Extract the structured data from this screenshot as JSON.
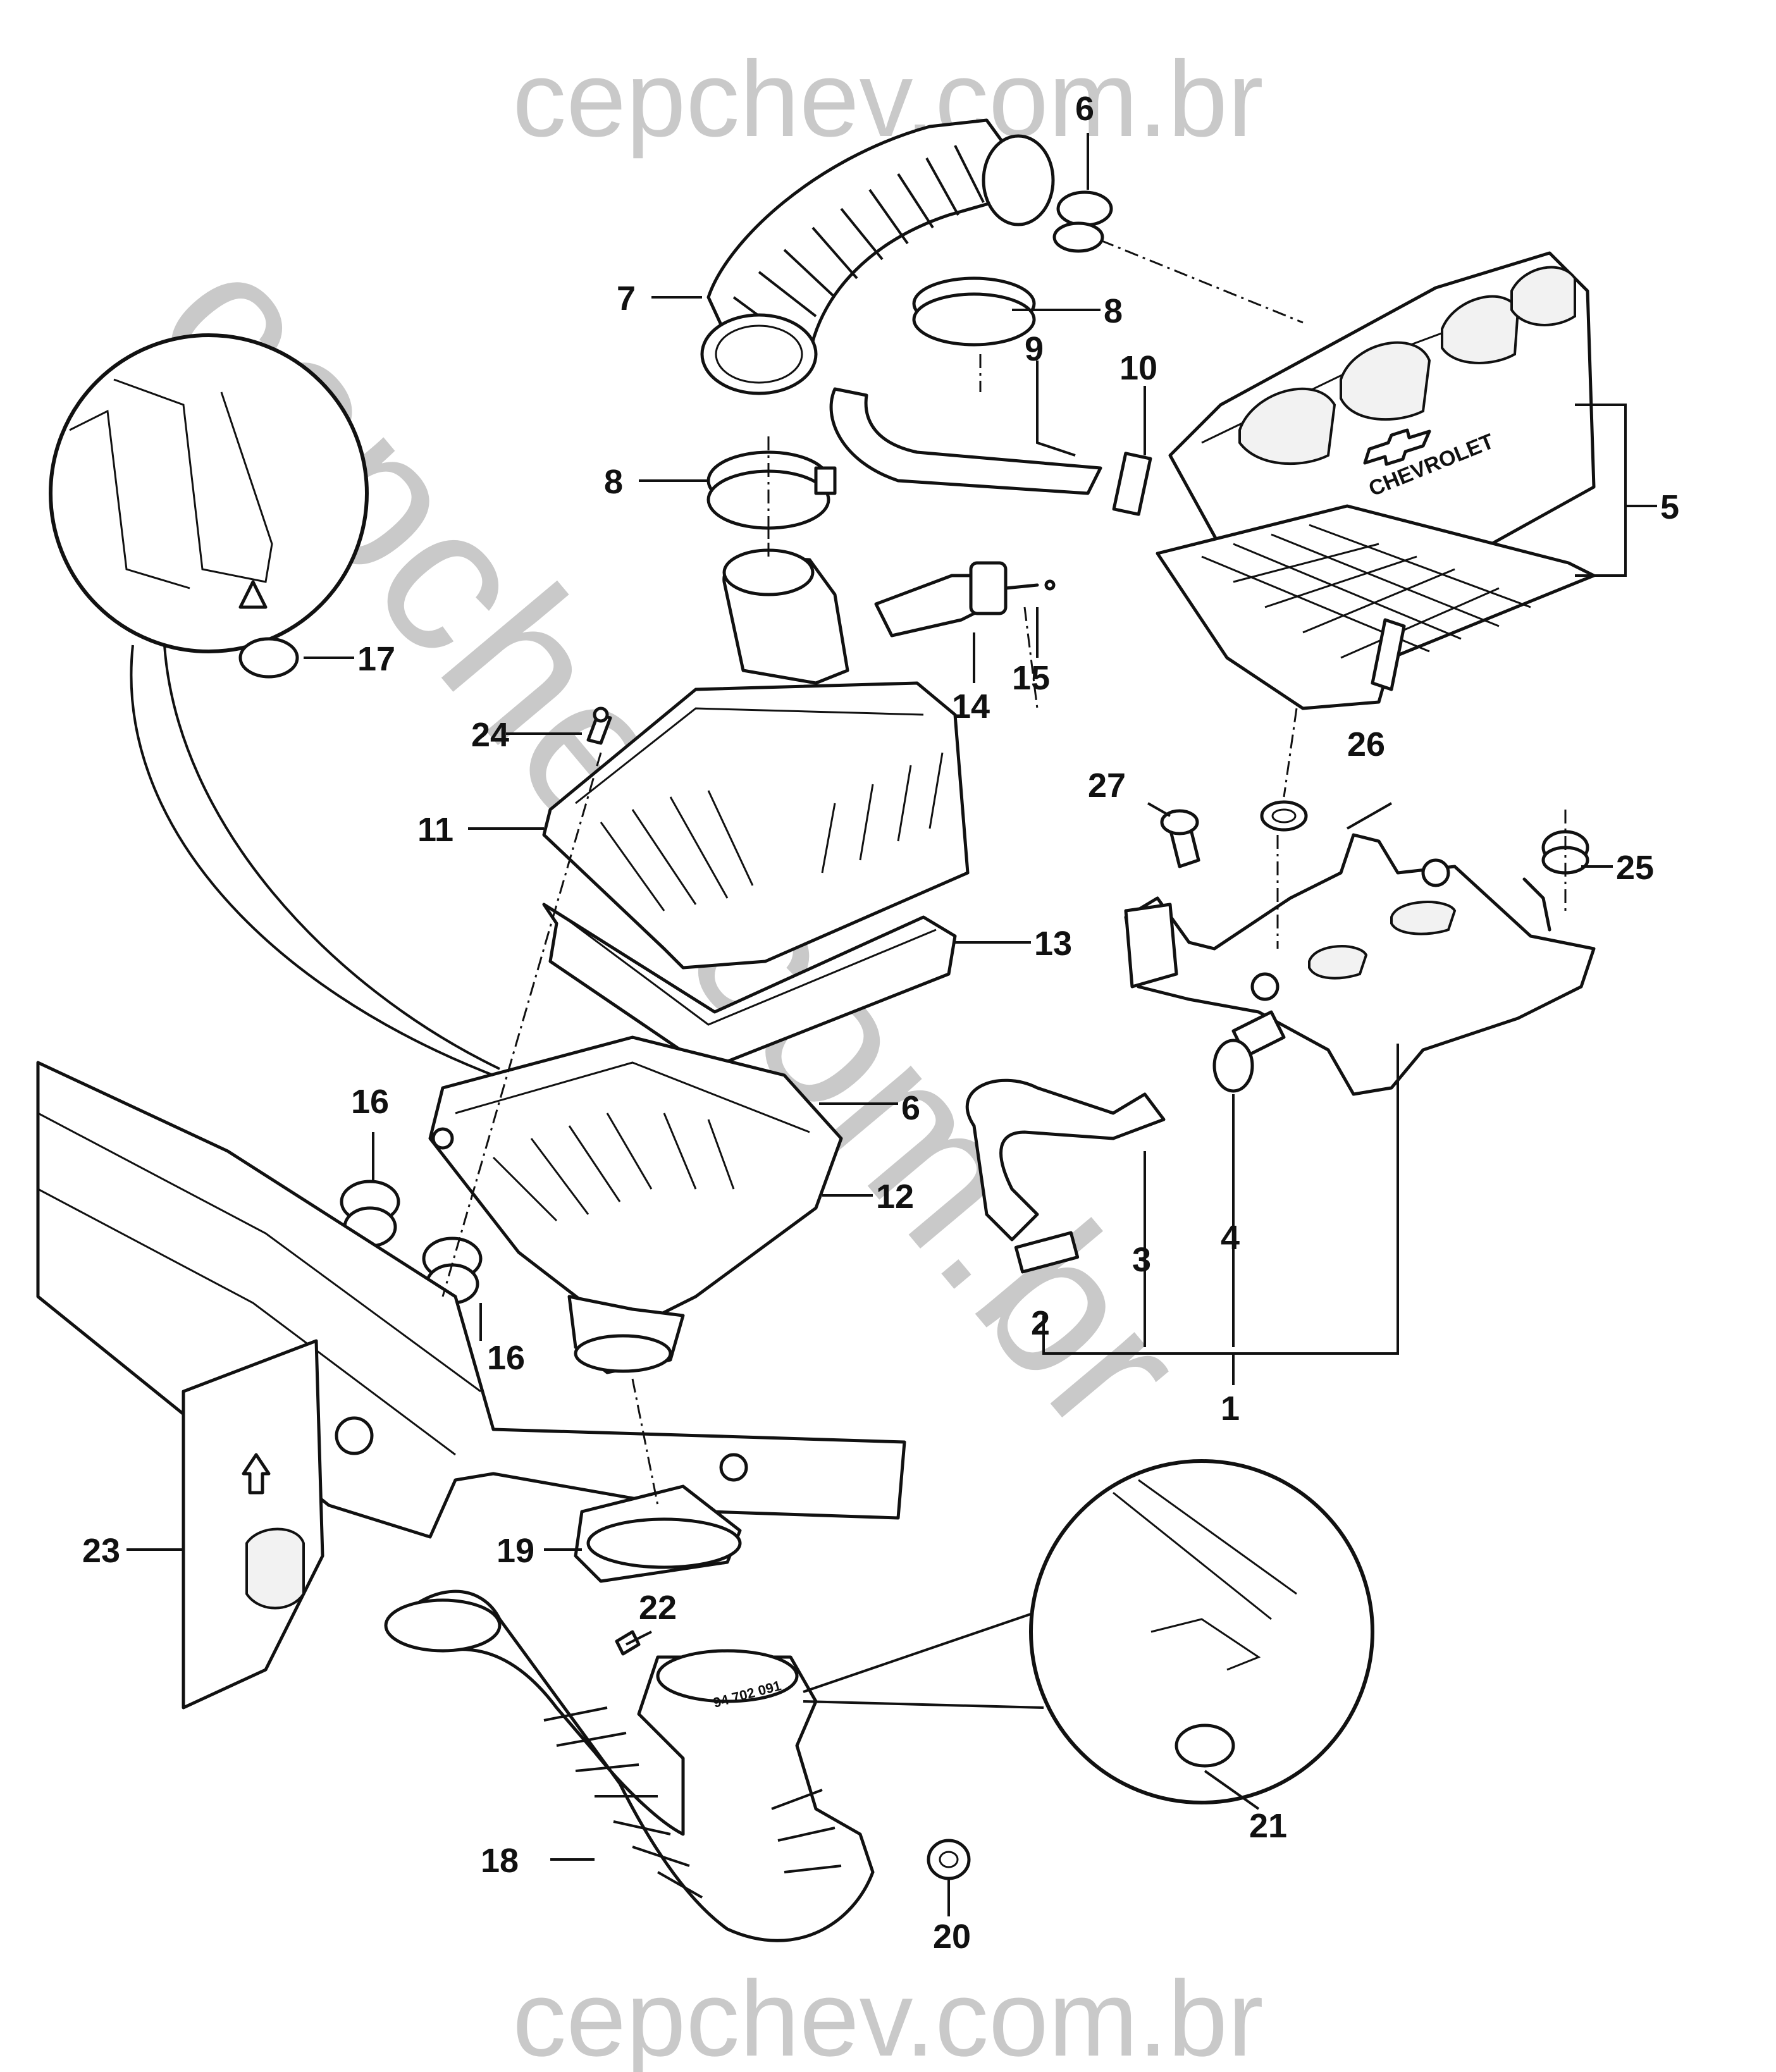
{
  "watermarks": {
    "top": "cepchev.com.br",
    "diagonal": "cepchev.com.br",
    "bottom": "cepchev.com.br"
  },
  "logo": {
    "brand_text": "CHEVROLET"
  },
  "part_label": {
    "code": "94 702 091"
  },
  "callouts": {
    "c1": "1",
    "c2": "2",
    "c3": "3",
    "c4": "4",
    "c5": "5",
    "c6a": "6",
    "c6b": "6",
    "c7": "7",
    "c8a": "8",
    "c8b": "8",
    "c9": "9",
    "c10": "10",
    "c11": "11",
    "c12": "12",
    "c13": "13",
    "c14": "14",
    "c15": "15",
    "c16a": "16",
    "c16b": "16",
    "c17": "17",
    "c18": "18",
    "c19": "19",
    "c20": "20",
    "c21": "21",
    "c22": "22",
    "c23": "23",
    "c24": "24",
    "c25": "25",
    "c26": "26",
    "c27": "27"
  }
}
